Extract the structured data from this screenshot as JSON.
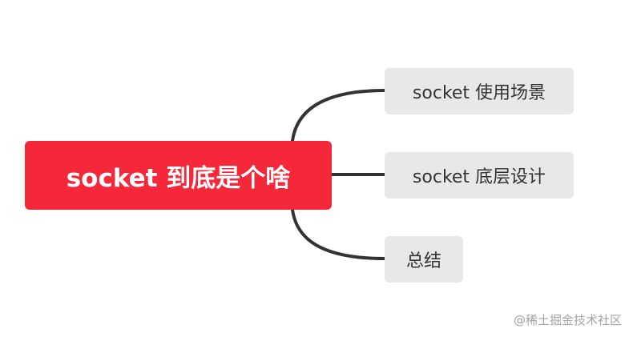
{
  "mindmap": {
    "root": {
      "label": "socket 到底是个啥"
    },
    "branches": [
      {
        "label": "socket 使用场景"
      },
      {
        "label": "socket 底层设计"
      },
      {
        "label": "总结"
      }
    ]
  },
  "colors": {
    "root_fill": "#f5283a",
    "branch_fill": "#e8e8e8",
    "connector": "#333333",
    "watermark_text": "#a3a3a3"
  },
  "watermark": {
    "text": "@稀土掘金技术社区"
  }
}
